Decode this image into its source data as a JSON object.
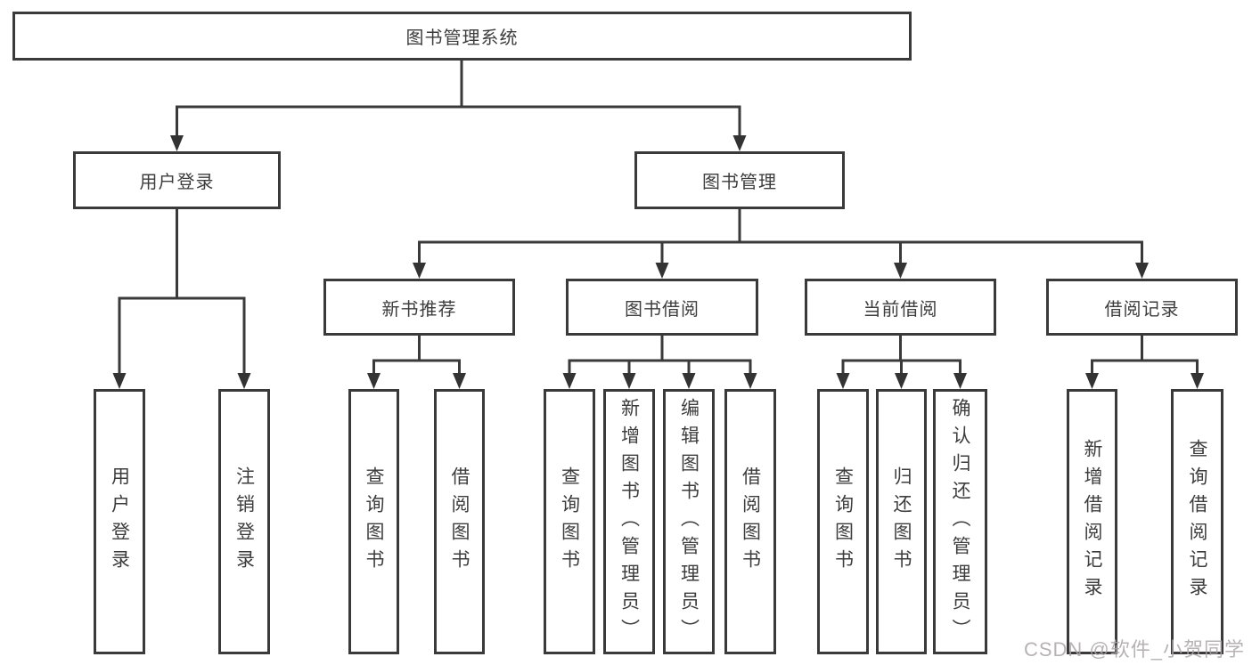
{
  "tree": {
    "label": "图书管理系统",
    "children": [
      {
        "label": "用户登录",
        "children": [
          {
            "label": "用户登录"
          },
          {
            "label": "注销登录"
          }
        ]
      },
      {
        "label": "图书管理",
        "children": [
          {
            "label": "新书推荐",
            "children": [
              {
                "label": "查询图书"
              },
              {
                "label": "借阅图书"
              }
            ]
          },
          {
            "label": "图书借阅",
            "children": [
              {
                "label": "查询图书"
              },
              {
                "label": "新增图书（管理员）"
              },
              {
                "label": "编辑图书（管理员）"
              },
              {
                "label": "借阅图书"
              }
            ]
          },
          {
            "label": "当前借阅",
            "children": [
              {
                "label": "查询图书"
              },
              {
                "label": "归还图书"
              },
              {
                "label": "确认归还（管理员）"
              }
            ]
          },
          {
            "label": "借阅记录",
            "children": [
              {
                "label": "新增借阅记录"
              },
              {
                "label": "查询借阅记录"
              }
            ]
          }
        ]
      }
    ]
  },
  "watermark": "CSDN @软件_小贺同学",
  "colors": {
    "line": "#3a3a3a",
    "text": "#3d3d3d",
    "background": "#ffffff",
    "watermark": "#aaa6a7"
  }
}
